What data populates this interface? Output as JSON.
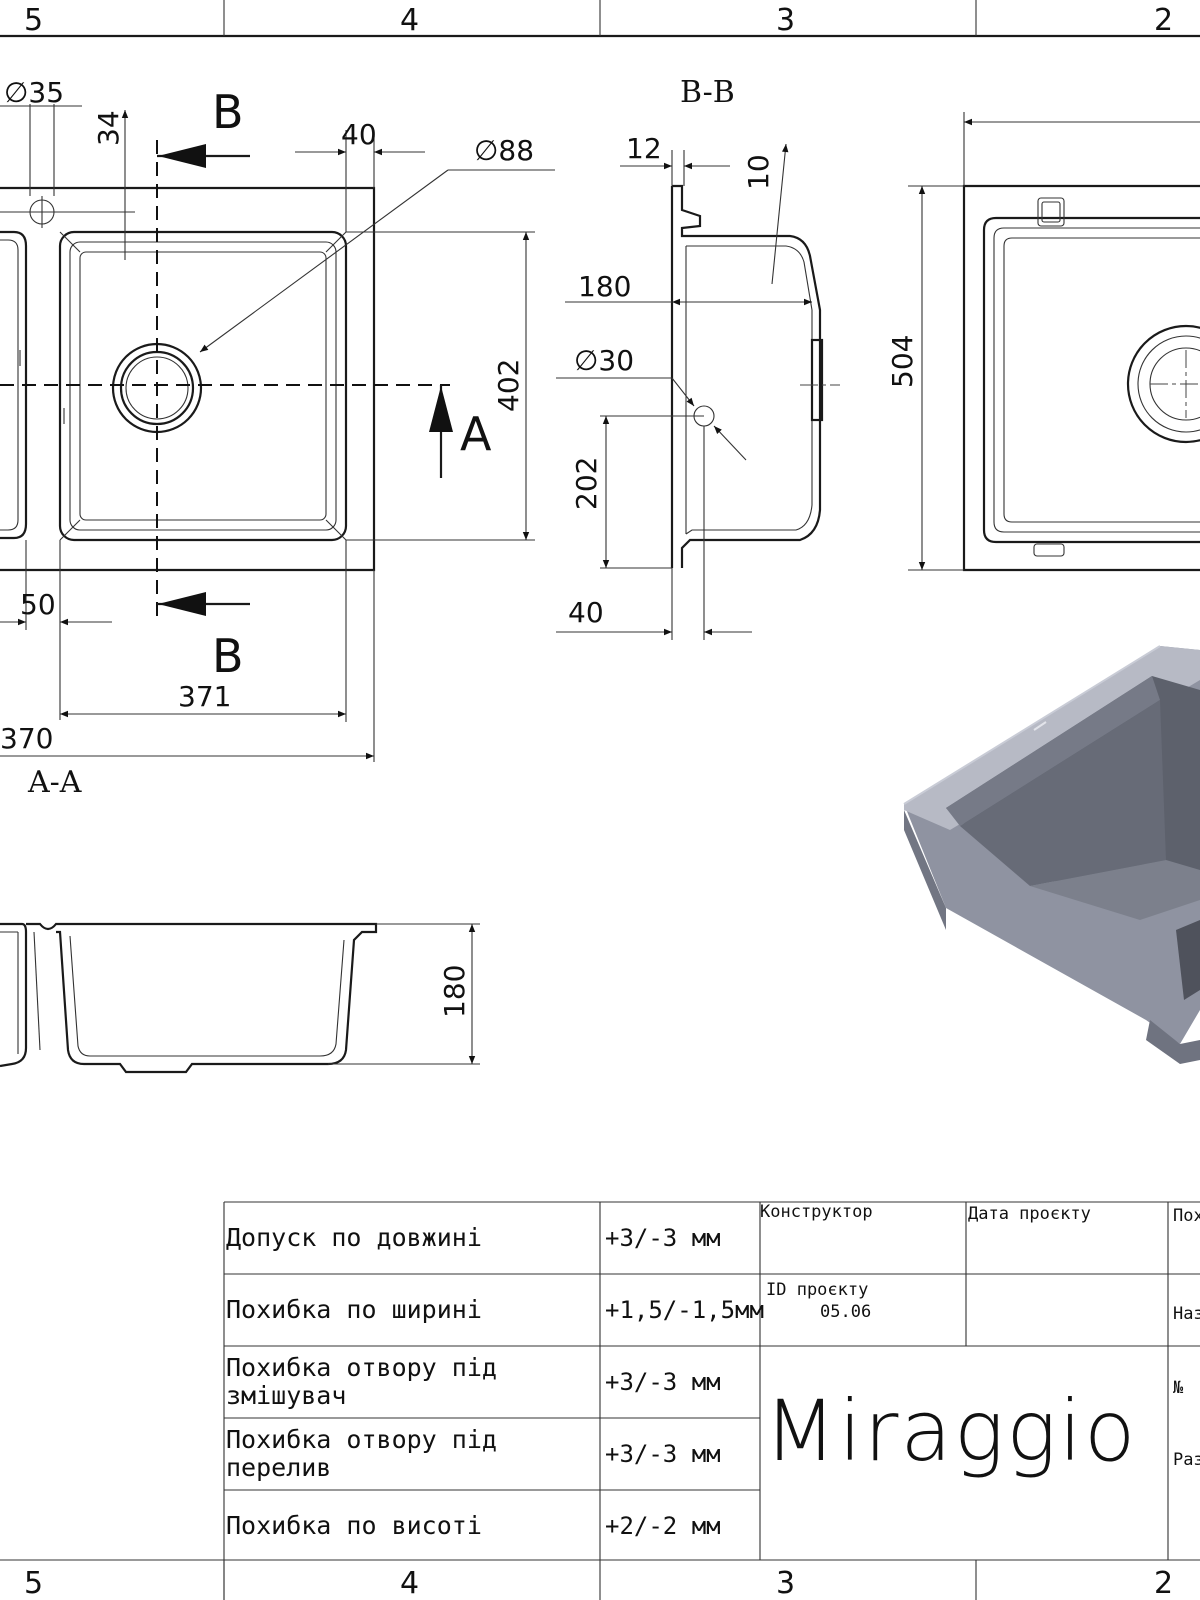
{
  "zones": {
    "top": [
      "5",
      "4",
      "3",
      "2"
    ],
    "bottom": [
      "5",
      "4",
      "3",
      "2"
    ]
  },
  "sections": {
    "bb": "B-B",
    "aa": "A-A"
  },
  "markers": {
    "b_top": "B",
    "b_bottom": "B",
    "a": "A"
  },
  "dimensions": {
    "d35": "∅35",
    "d34": "34",
    "d40_top": "40",
    "d88": "∅88",
    "d402": "402",
    "d50": "50",
    "d371": "371",
    "d370": "370",
    "d12": "12",
    "d10": "10",
    "d180_bb": "180",
    "d30": "∅30",
    "d202": "202",
    "d40_bb": "40",
    "d504": "504",
    "d180_aa": "180"
  },
  "title_block": {
    "tolerances": [
      {
        "label": "Допуск по довжині",
        "value": "+3/-3 мм"
      },
      {
        "label": "Похибка по ширині",
        "value": "+1,5/-1,5мм"
      },
      {
        "label": "Похибка отвору під змішувач",
        "value": "+3/-3 мм"
      },
      {
        "label": "Похибка отвору під перелив",
        "value": "+3/-3 мм"
      },
      {
        "label": "Похибка по висоті",
        "value": "+2/-2 мм"
      }
    ],
    "designer_label": "Конструктор",
    "project_date_label": "Дата проєкту",
    "project_id_label": "ID проєкту",
    "project_id_value": "05.06",
    "edge_labels": [
      "Пох",
      "Наз",
      "№",
      "Раз"
    ],
    "brand": "Miraggio"
  },
  "colors": {
    "render_body": "#8f93a1",
    "render_light": "#b7bac5",
    "render_dark": "#5d616c"
  }
}
